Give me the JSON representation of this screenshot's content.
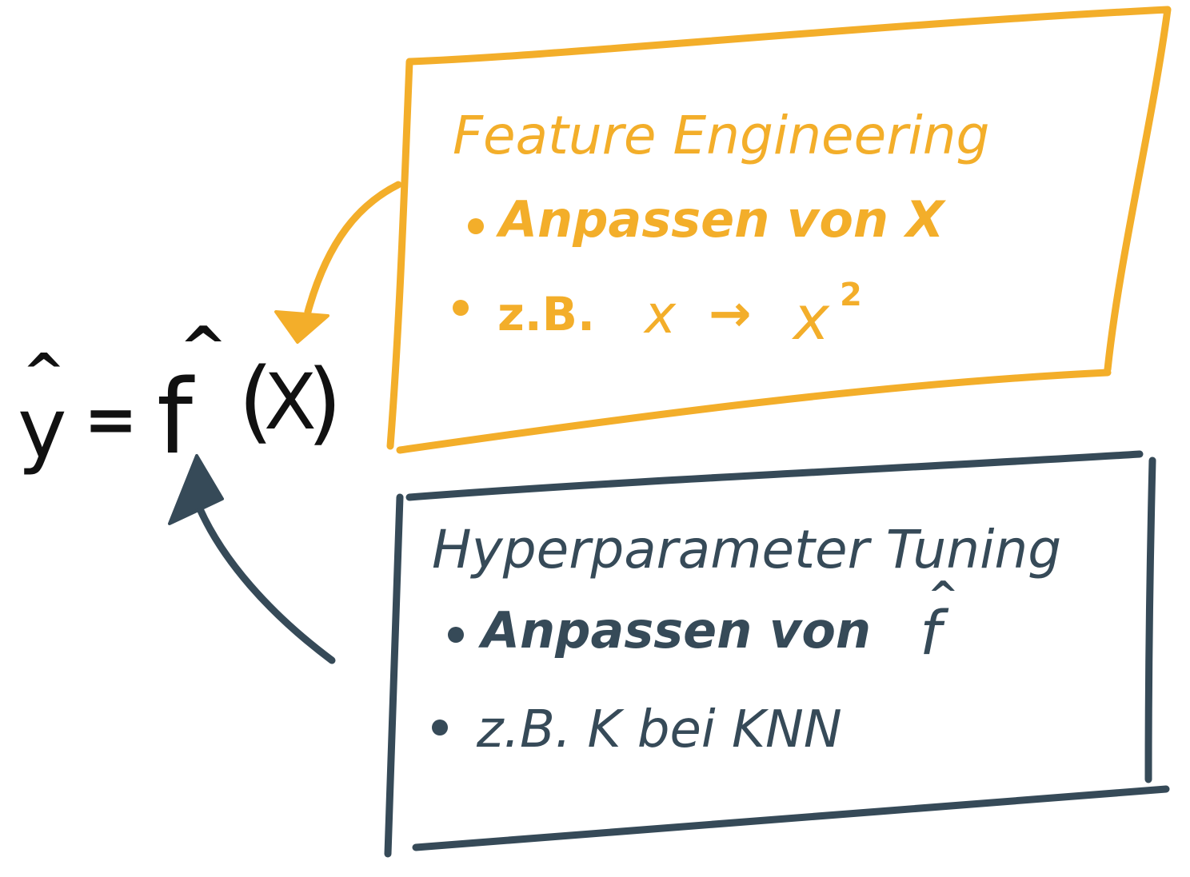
{
  "colors": {
    "formula": "#111111",
    "feature": "#F3AE2A",
    "hyper": "#364A58"
  },
  "formula": {
    "y": "y",
    "y_hat": "^",
    "equals": "=",
    "f": "f",
    "f_hat": "^",
    "open_paren": "(",
    "x": "X",
    "close_paren": ")"
  },
  "feature_box": {
    "title": "Feature Engineering",
    "bullet1": "Anpassen von X",
    "bullet2_prefix": "z.B.",
    "bullet2_x": "x",
    "bullet2_arrow": "→",
    "bullet2_result": "x",
    "bullet2_exp": "2"
  },
  "hyper_box": {
    "title": "Hyperparameter Tuning",
    "bullet1": "Anpassen von",
    "bullet1_f": "f",
    "bullet1_hat": "^",
    "bullet2": "z.B. K bei KNN"
  }
}
